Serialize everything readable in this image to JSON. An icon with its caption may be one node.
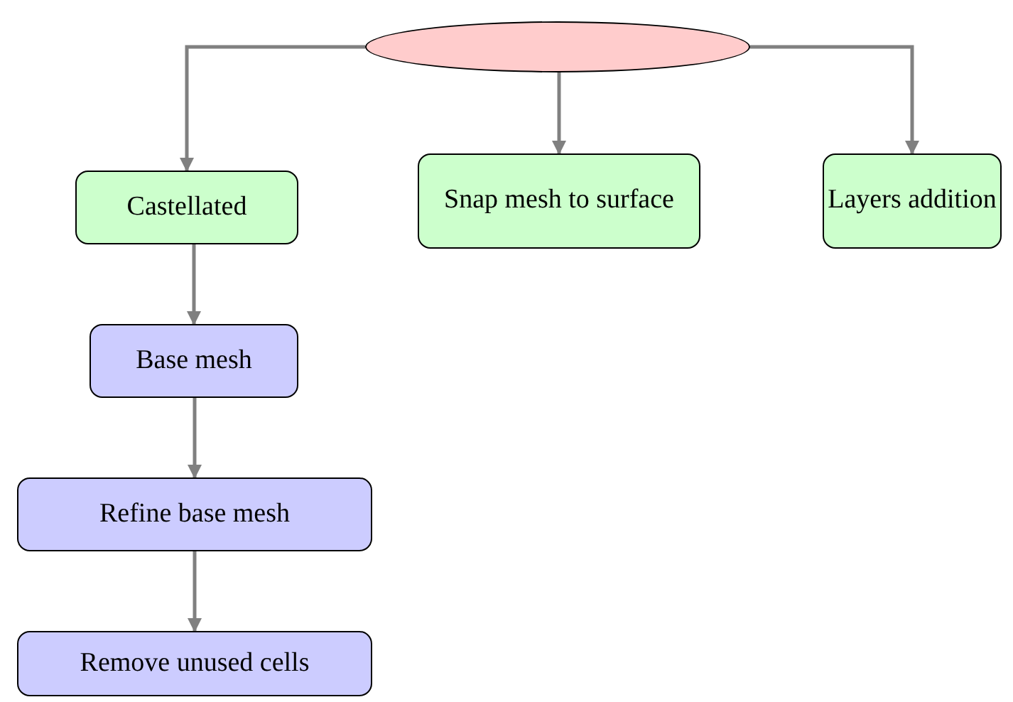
{
  "diagram": {
    "nodes": [
      {
        "text": [],
        "shape": "ellipse"
      },
      {
        "text": [
          "Castellated"
        ]
      },
      {
        "text": [
          "Snap mesh to surface"
        ]
      },
      {
        "text": [
          "Layers addition"
        ]
      },
      {
        "text": [
          "Base mesh"
        ]
      },
      {
        "text": [
          "Refine base mesh"
        ]
      },
      {
        "text": [
          "Remove unused cells"
        ]
      }
    ],
    "edges": [
      {
        "from": 0,
        "to": 1,
        "arrow": "to"
      },
      {
        "from": 0,
        "to": 2,
        "arrow": "to"
      },
      {
        "from": 0,
        "to": 3,
        "arrow": "to"
      },
      {
        "from": 1,
        "to": 4,
        "arrow": "to"
      },
      {
        "from": 4,
        "to": 5,
        "arrow": "to"
      },
      {
        "from": 5,
        "to": 6,
        "arrow": "to"
      }
    ]
  }
}
